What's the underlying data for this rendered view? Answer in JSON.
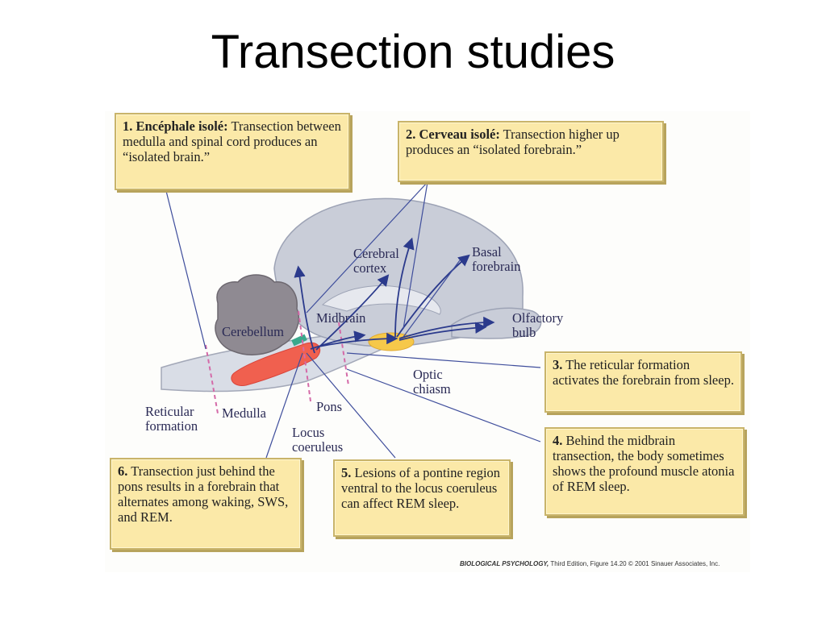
{
  "slide": {
    "title": "Transection studies"
  },
  "callouts": [
    {
      "num": "1.",
      "head": "Encéphale isolé:",
      "text": " Transection between medulla and spinal cord produces an “isolated brain.”"
    },
    {
      "num": "2.",
      "head": "Cerveau isolé:",
      "text": " Transection higher up produces an “isolated forebrain.”"
    },
    {
      "num": "3.",
      "head": "",
      "text": " The reticular formation activates the forebrain from sleep."
    },
    {
      "num": "4.",
      "head": "",
      "text": " Behind the midbrain transection, the body sometimes shows the profound muscle atonia of REM sleep."
    },
    {
      "num": "5.",
      "head": "",
      "text": " Lesions of a pontine region ventral to the locus coeruleus can affect REM sleep."
    },
    {
      "num": "6.",
      "head": "",
      "text": " Transection just behind the pons results in a forebrain that alternates among waking, SWS, and REM."
    }
  ],
  "labels": {
    "cerebral_cortex": "Cerebral\ncortex",
    "basal_forebrain": "Basal\nforebrain",
    "olfactory_bulb": "Olfactory\nbulb",
    "midbrain": "Midbrain",
    "cerebellum": "Cerebellum",
    "optic_chiasm": "Optic\nchiasm",
    "pons": "Pons",
    "medulla": "Medulla",
    "reticular_formation": "Reticular\nformation",
    "locus_coeruleus": "Locus\ncoeruleus"
  },
  "credit": {
    "book": "BIOLOGICAL PSYCHOLOGY,",
    "edition": " Third Edition, Figure 14.20",
    "copyright": "  © 2001 Sinauer Associates, Inc."
  },
  "colors": {
    "callout_fill": "#fbe9a8",
    "brain_fill": "#c9cdd8",
    "cerebellum_fill": "#8f8a92",
    "reticular_fill": "#f0604f",
    "basal_fill": "#f6c84a",
    "arrow": "#2b3a8c",
    "cut_line": "#d46aa8"
  }
}
